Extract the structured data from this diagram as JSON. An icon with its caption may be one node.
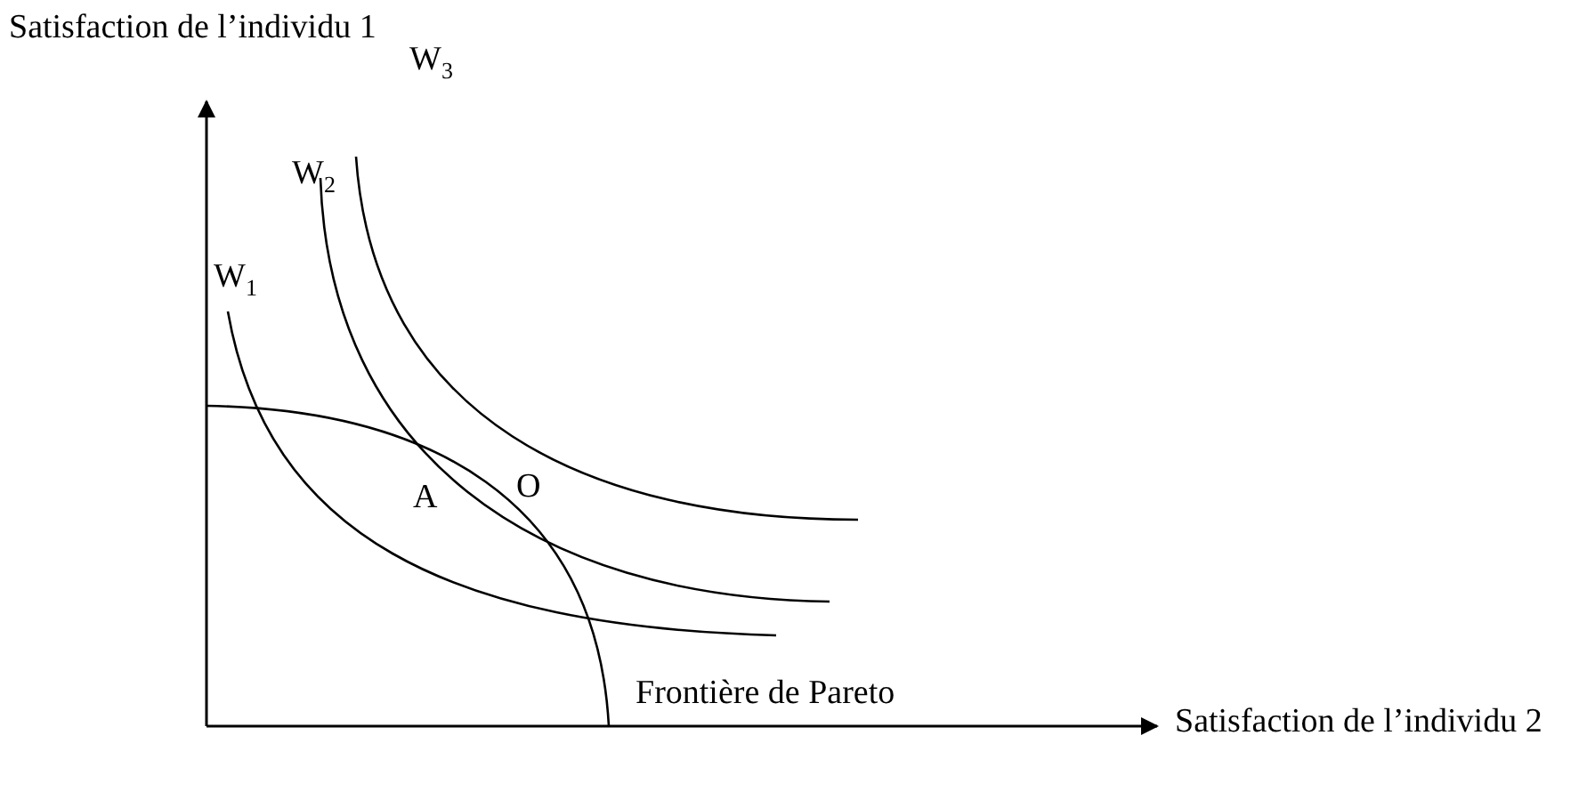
{
  "diagram": {
    "labels": [
      "Satisfaction de l’individu 1",
      "W$_{3}$",
      "W$_{2}$",
      "W$_{1}$",
      "A",
      "O",
      "Frontière de Pareto",
      "Satisfaction de l’individu 2"
    ]
  }
}
